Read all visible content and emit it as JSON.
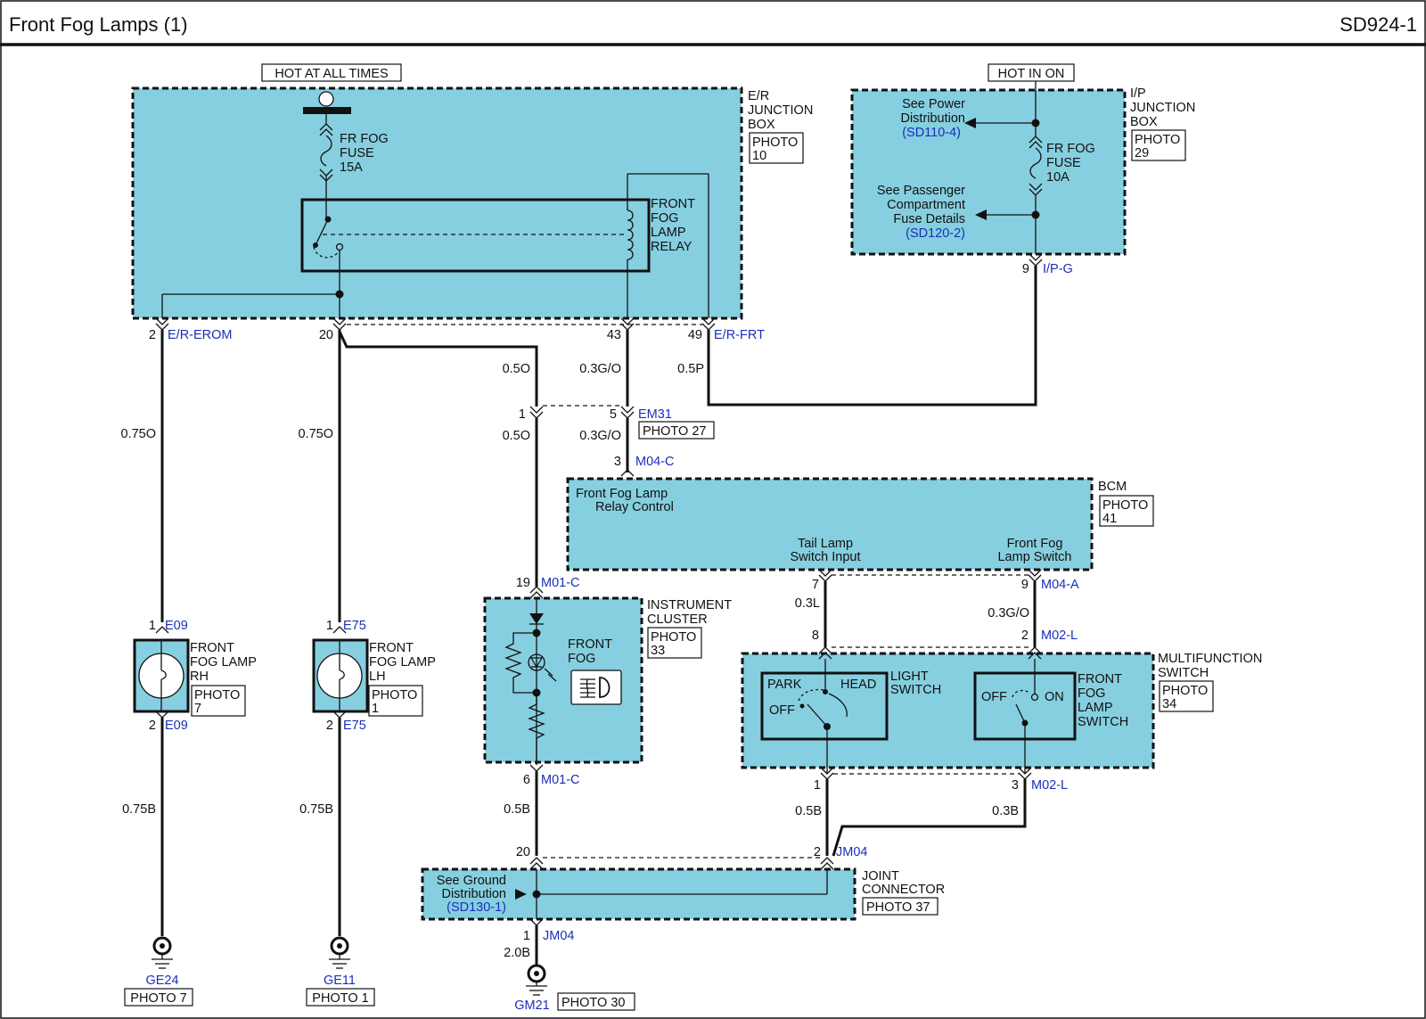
{
  "header": {
    "title": "Front Fog Lamps (1)",
    "code": "SD924-1"
  },
  "power": {
    "hot_all": "HOT AT ALL TIMES",
    "hot_on": "HOT IN ON"
  },
  "er_box": {
    "name": [
      "E/R",
      "JUNCTION",
      "BOX"
    ],
    "photo": [
      "PHOTO",
      "10"
    ],
    "fuse": [
      "FR FOG",
      "FUSE",
      "15A"
    ],
    "relay": [
      "FRONT",
      "FOG",
      "LAMP",
      "RELAY"
    ]
  },
  "ip_box": {
    "name": [
      "I/P",
      "JUNCTION",
      "BOX"
    ],
    "photo": [
      "PHOTO",
      "29"
    ],
    "fuse": [
      "FR FOG",
      "FUSE",
      "10A"
    ],
    "see_power": [
      "See Power",
      "Distribution"
    ],
    "see_power_ref": "(SD110-4)",
    "see_pass": [
      "See Passenger",
      "Compartment",
      "Fuse Details"
    ],
    "see_pass_ref": "(SD120-2)",
    "pin": "9",
    "conn": "I/P-G"
  },
  "er_pins": {
    "p2": "2",
    "c2": "E/R-EROM",
    "p20": "20",
    "p43": "43",
    "p49": "49",
    "c49": "E/R-FRT"
  },
  "wires": {
    "w05o_a": "0.5O",
    "w03go_a": "0.3G/O",
    "w05p": "0.5P",
    "w05o_b": "0.5O",
    "w03go_b": "0.3G/O",
    "w075o_rh": "0.75O",
    "w075o_lh": "0.75O",
    "w075b_rh": "0.75B",
    "w075b_lh": "0.75B",
    "w03l": "0.3L",
    "w03go_c": "0.3G/O",
    "w05b_ic": "0.5B",
    "w05b_sw": "0.5B",
    "w03b": "0.3B",
    "w20b": "2.0B"
  },
  "em31": {
    "p1": "1",
    "p5": "5",
    "conn": "EM31",
    "photo": "PHOTO 27"
  },
  "bcm": {
    "name": "BCM",
    "photo": [
      "PHOTO",
      "41"
    ],
    "pin3": "3",
    "conn3": "M04-C",
    "relay_ctrl": [
      "Front Fog Lamp",
      "Relay Control"
    ],
    "tail_input": [
      "Tail Lamp",
      "Switch Input"
    ],
    "fog_switch": [
      "Front Fog",
      "Lamp Switch"
    ],
    "pin7": "7",
    "pin9": "9",
    "conn9": "M04-A"
  },
  "lamp_rh": {
    "name": [
      "FRONT",
      "FOG LAMP",
      "RH"
    ],
    "photo": [
      "PHOTO",
      "7"
    ],
    "pin1": "1",
    "conn1": "E09",
    "pin2": "2",
    "conn2": "E09"
  },
  "lamp_lh": {
    "name": [
      "FRONT",
      "FOG LAMP",
      "LH"
    ],
    "photo": [
      "PHOTO",
      "1"
    ],
    "pin1": "1",
    "conn1": "E75",
    "pin2": "2",
    "conn2": "E75"
  },
  "cluster": {
    "name": [
      "INSTRUMENT",
      "CLUSTER"
    ],
    "photo": [
      "PHOTO",
      "33"
    ],
    "indicator": [
      "FRONT",
      "FOG"
    ],
    "pin19": "19",
    "conn19": "M01-C",
    "pin6": "6",
    "conn6": "M01-C"
  },
  "mfs": {
    "name": [
      "MULTIFUNCTION",
      "SWITCH"
    ],
    "photo": [
      "PHOTO",
      "34"
    ],
    "light_switch": [
      "LIGHT",
      "SWITCH"
    ],
    "park": "PARK",
    "head": "HEAD",
    "off": "OFF",
    "fog_switch": [
      "FRONT",
      "FOG",
      "LAMP",
      "SWITCH"
    ],
    "fog_off": "OFF",
    "fog_on": "ON",
    "pin8": "8",
    "pin2": "2",
    "conn2": "M02-L",
    "pin1": "1",
    "pin3": "3",
    "conn3": "M02-L"
  },
  "joint": {
    "name": [
      "JOINT",
      "CONNECTOR"
    ],
    "photo": "PHOTO 37",
    "see_ground": [
      "See Ground",
      "Distribution"
    ],
    "see_ground_ref": "(SD130-1)",
    "pin20": "20",
    "pin2": "2",
    "conn2": "JM04",
    "pin1": "1",
    "conn1": "JM04"
  },
  "grounds": {
    "ge24": "GE24",
    "ge24_photo": "PHOTO 7",
    "ge11": "GE11",
    "ge11_photo": "PHOTO 1",
    "gm21": "GM21",
    "gm21_photo": "PHOTO 30"
  }
}
